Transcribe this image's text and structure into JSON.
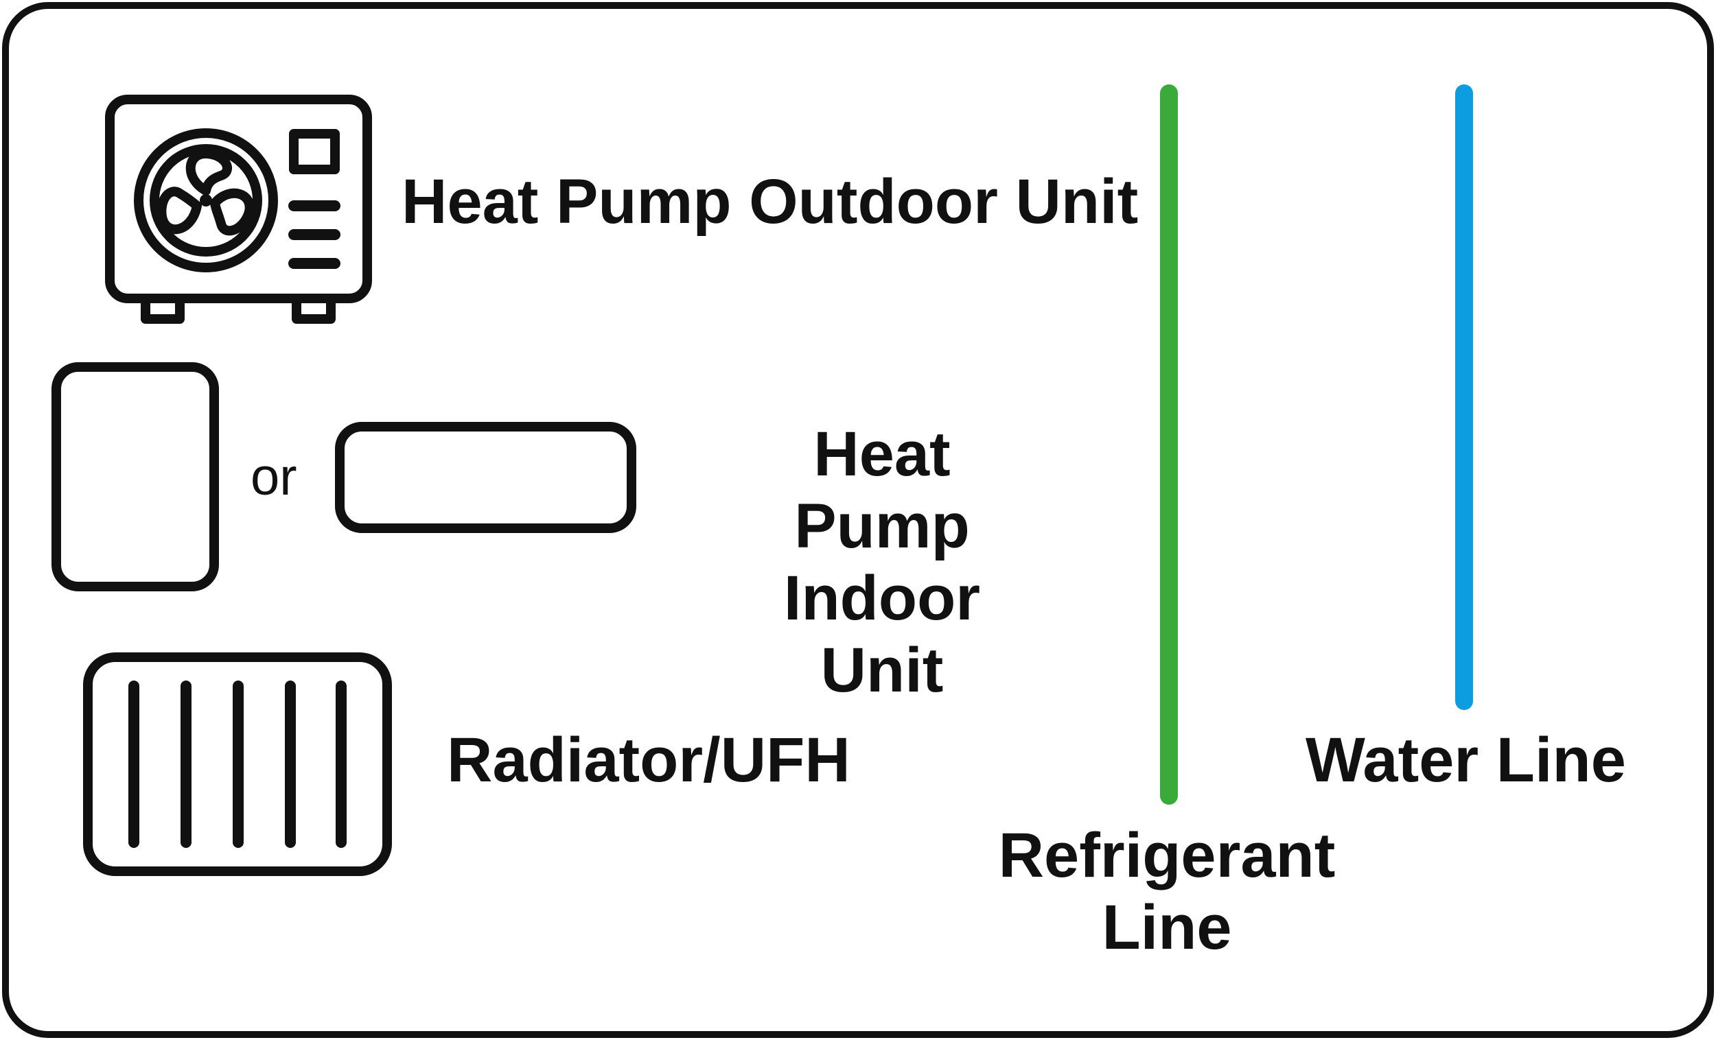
{
  "legend": {
    "outdoor_unit_label": "Heat Pump Outdoor Unit",
    "indoor_unit_label_line1": "Heat Pump",
    "indoor_unit_label_line2": "Indoor Unit",
    "or_label": "or",
    "radiator_label": "Radiator/UFH",
    "refrigerant_label_line1": "Refrigerant",
    "refrigerant_label_line2": "Line",
    "water_label": "Water Line"
  },
  "icons": {
    "outdoor_unit": "heat-pump-outdoor-unit-icon",
    "indoor_unit_vertical": "indoor-unit-vertical-icon",
    "indoor_unit_horizontal": "indoor-unit-horizontal-icon",
    "radiator": "radiator-icon"
  },
  "colors": {
    "refrigerant_line": "#3aaa3a",
    "water_line": "#0b9de0",
    "outline": "#111111"
  }
}
